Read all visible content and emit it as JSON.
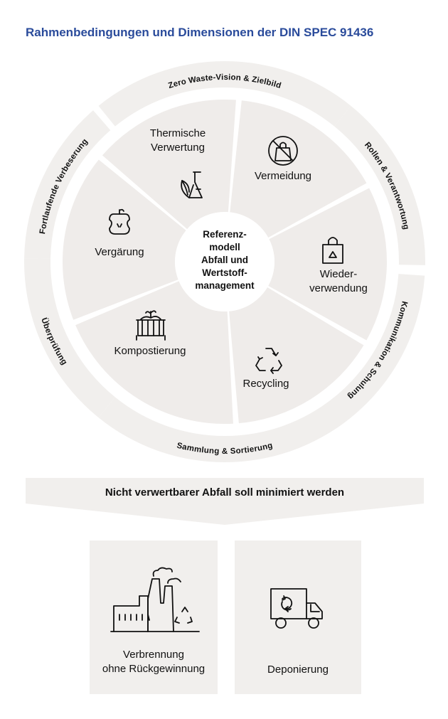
{
  "title": "Rahmenbedingungen und Dimensionen der DIN SPEC 91436",
  "center": {
    "lines": [
      "Referenz-",
      "modell",
      "Abfall und",
      "Wertstoff-",
      "management"
    ]
  },
  "ring": [
    {
      "label": "Zero Waste-Vision & Zielbild"
    },
    {
      "label": "Rollen & Verantwortung"
    },
    {
      "label": "Kommunikation & Schulung"
    },
    {
      "label": "Sammlung & Sortierung"
    },
    {
      "label": "Überprüfung"
    },
    {
      "label": "Fortlaufende Verbeserung"
    }
  ],
  "segments": [
    {
      "lines": [
        "Vermeidung"
      ],
      "icon": "shopping-bag-icon"
    },
    {
      "lines": [
        "Wieder-",
        "verwendung"
      ],
      "icon": "reusable-bag-icon"
    },
    {
      "lines": [
        "Recycling"
      ],
      "icon": "recycle-icon"
    },
    {
      "lines": [
        "Kompostierung"
      ],
      "icon": "compost-bin-icon"
    },
    {
      "lines": [
        "Vergärung"
      ],
      "icon": "apple-core-icon"
    },
    {
      "lines": [
        "Thermische",
        "Verwertung"
      ],
      "icon": "flask-leaf-icon"
    }
  ],
  "banner": {
    "text": "Nicht verwertbarer Abfall soll minimiert werden"
  },
  "boxes": [
    {
      "lines": [
        "Verbrennung",
        "ohne Rückgewinnung"
      ],
      "icon": "factory-icon"
    },
    {
      "lines": [
        "Deponierung"
      ],
      "icon": "truck-icon"
    }
  ],
  "colors": {
    "title": "#2a4b9b",
    "panel": "#f1efed",
    "segment": "#efecea",
    "text": "#111111"
  }
}
